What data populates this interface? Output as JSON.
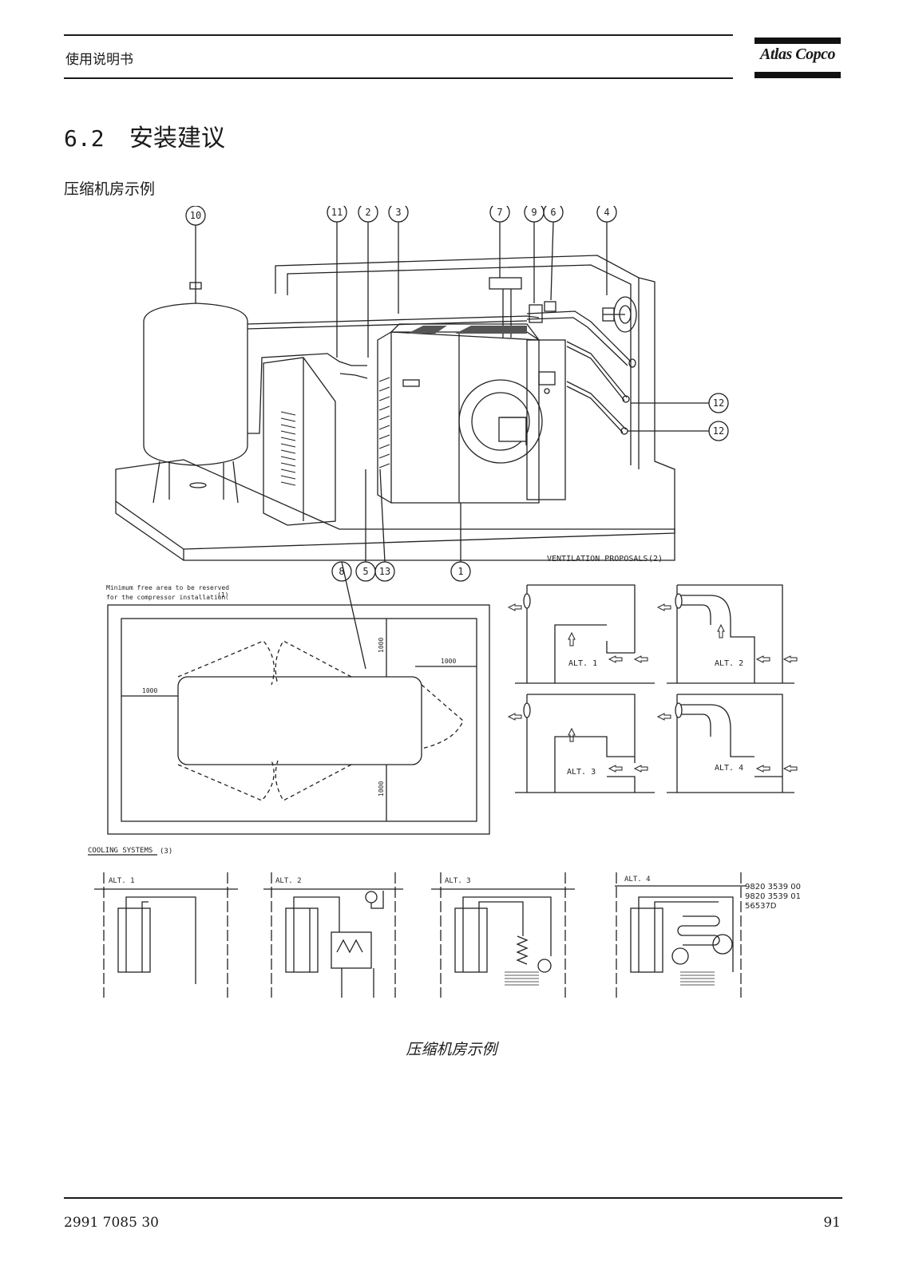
{
  "header": {
    "title": "使用说明书",
    "brand": "Atlas Copco"
  },
  "section": {
    "number": "6.2",
    "title": "安装建议"
  },
  "subheading": "压缩机房示例",
  "figure": {
    "callouts": [
      "10",
      "11",
      "2",
      "3",
      "7",
      "9",
      "6",
      "4",
      "12",
      "12",
      "8",
      "5",
      "13",
      "1"
    ],
    "ventilation_title": "VENTILATION PROPOSALS",
    "ventilation_ref": "(2)",
    "min_area_line1": "Minimum free area to be reserved",
    "min_area_line2": "for the compressor installation.",
    "min_area_ref": "(1)",
    "dim_1000": "1000",
    "vent_alts": [
      "ALT. 1",
      "ALT. 2",
      "ALT. 3",
      "ALT. 4"
    ],
    "cooling_title": "COOLING SYSTEMS",
    "cooling_ref": "(3)",
    "cooling_alts": [
      "ALT. 1",
      "ALT. 2",
      "ALT. 3",
      "ALT. 4"
    ],
    "part_numbers": [
      "9820 3539 00",
      "9820 3539 01",
      "56537D"
    ]
  },
  "caption": "压缩机房示例",
  "footer": {
    "doc_number": "2991 7085 30",
    "page": "91"
  }
}
